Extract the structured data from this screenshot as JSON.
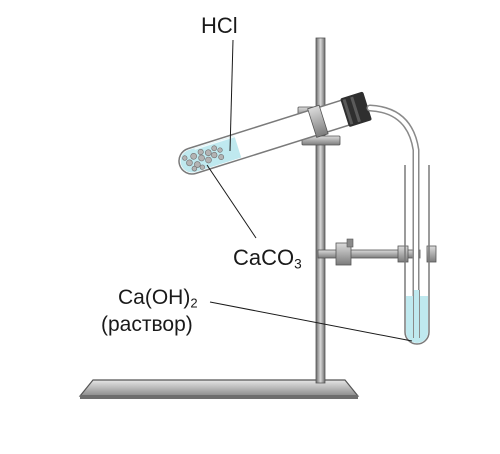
{
  "labels": {
    "hcl": "HCl",
    "caco3_main": "CaCO",
    "caco3_sub": "3",
    "caoh_main": "Ca(OH)",
    "caoh_sub": "2",
    "solution": "(раствор)"
  },
  "colors": {
    "liquid": "#bfe9ef",
    "glass_stroke": "#7a7a7a",
    "metal_dark": "#5a5a5a",
    "metal_light": "#d4d4d4",
    "stopper": "#2f2f2f",
    "solid_particles": "#a9a9a9",
    "text": "#1a1a1a"
  }
}
